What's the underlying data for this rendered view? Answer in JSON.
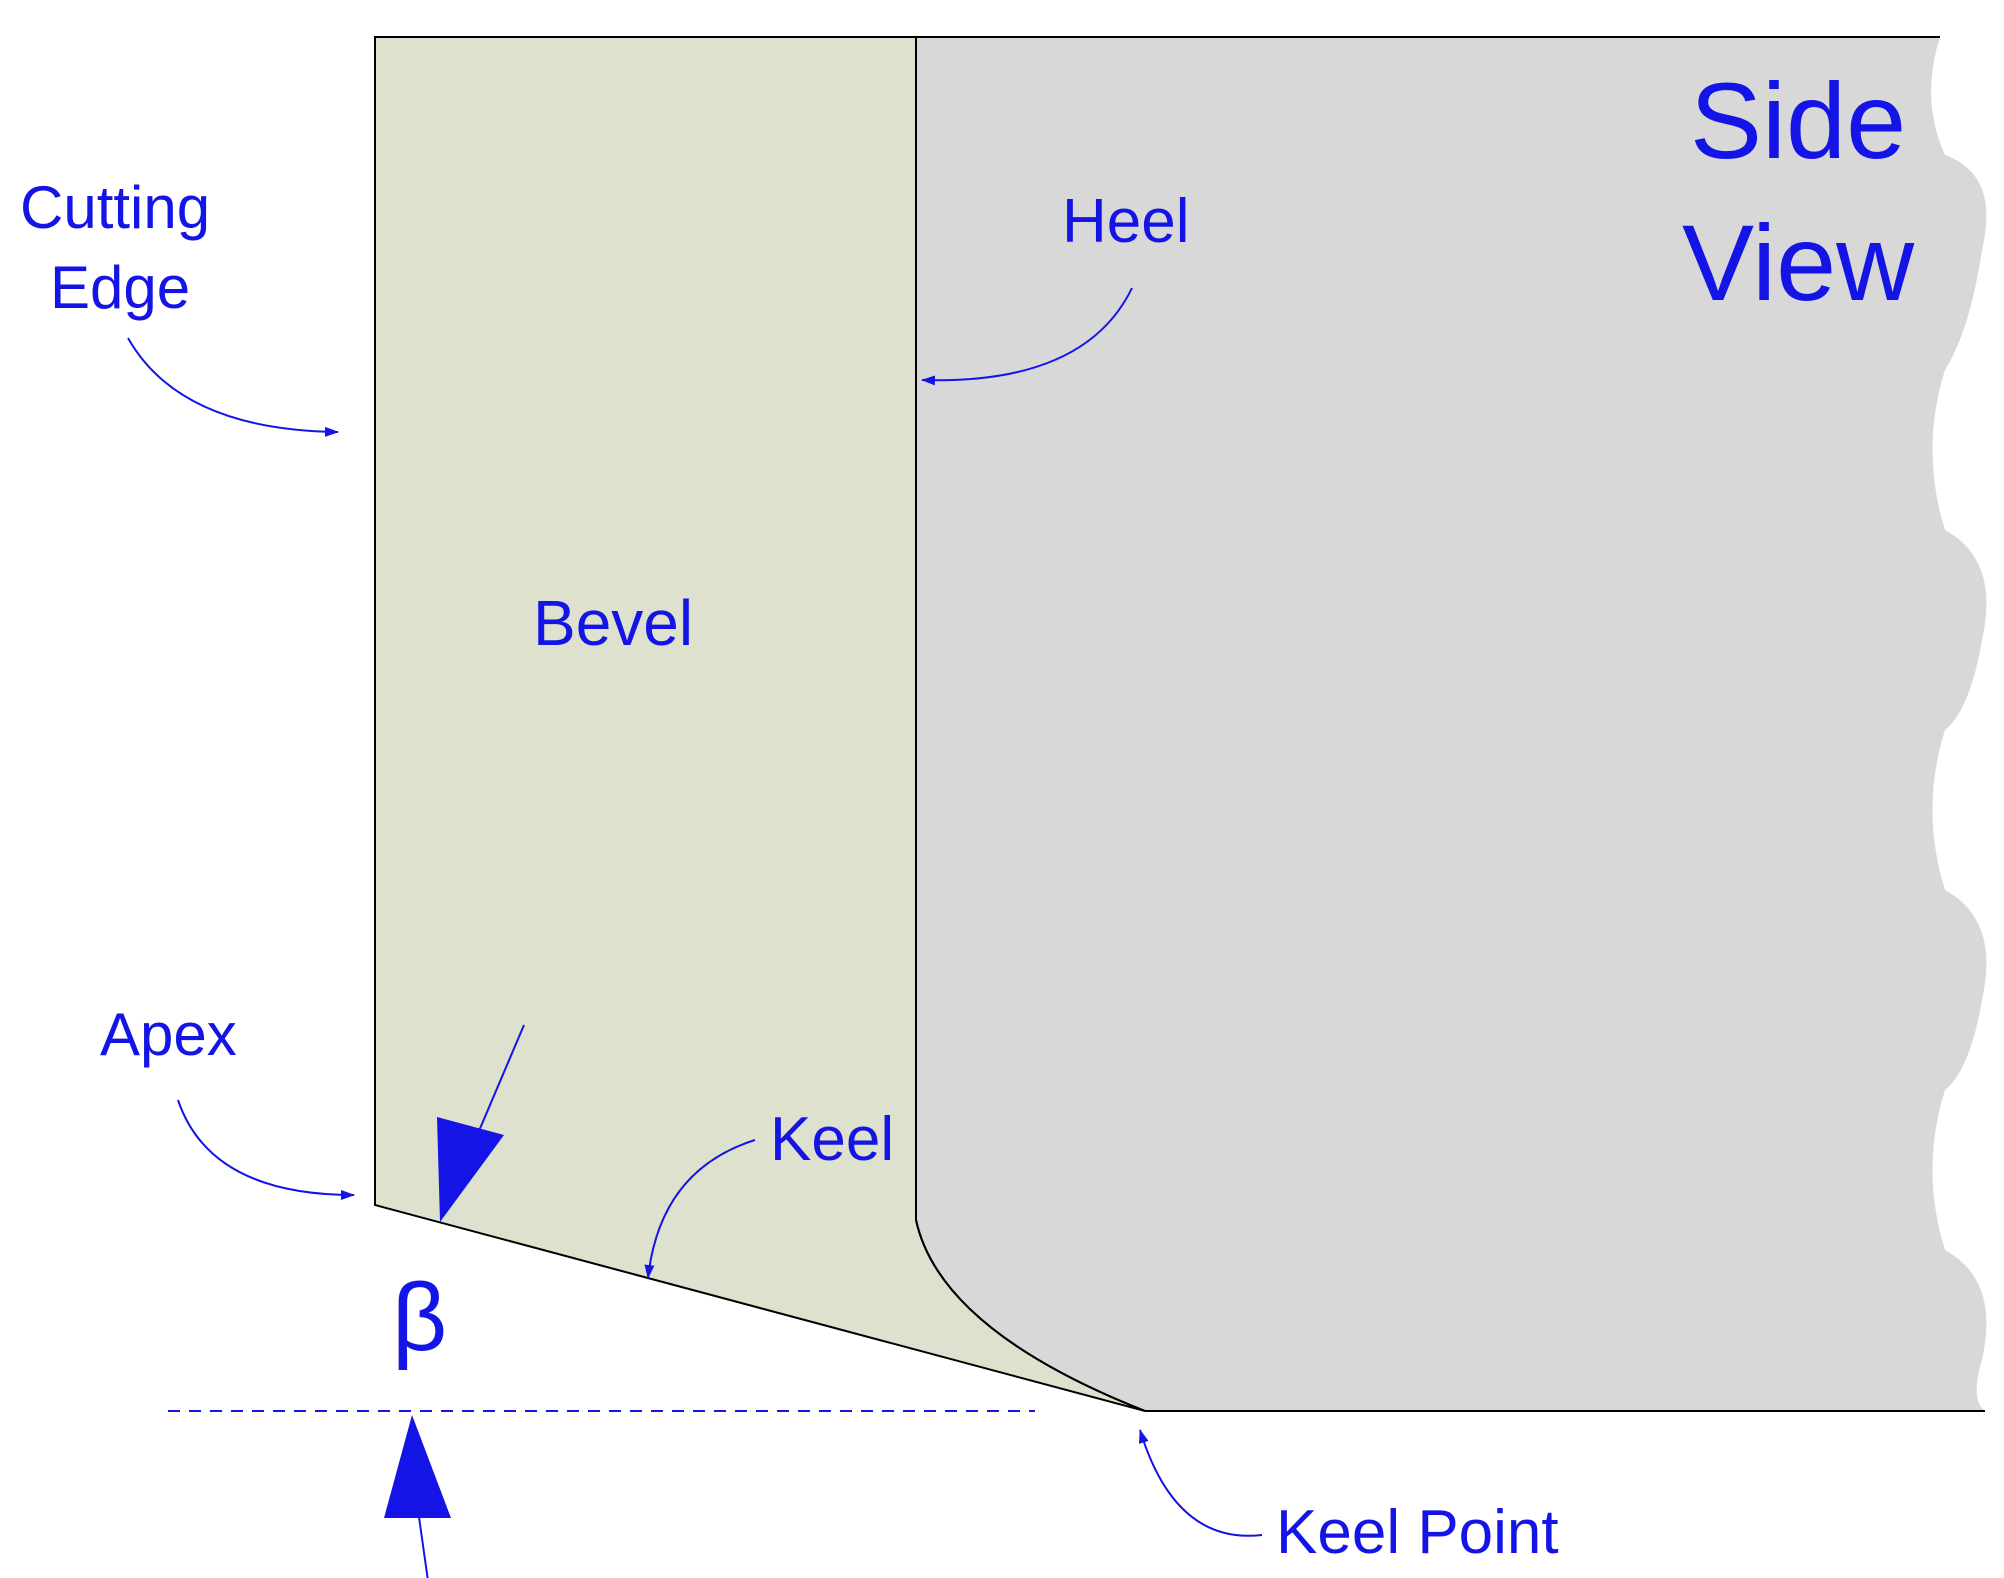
{
  "diagram": {
    "title_line1": "Side",
    "title_line2": "View",
    "labels": {
      "cutting_edge_line1": "Cutting",
      "cutting_edge_line2": "Edge",
      "heel": "Heel",
      "bevel": "Bevel",
      "apex": "Apex",
      "keel": "Keel",
      "keel_point": "Keel Point",
      "angle_symbol": "β"
    },
    "colors": {
      "bevel_fill": "#dde1cd",
      "body_fill": "#d8d8d8",
      "outline": "#000000",
      "annotation_blue": "#1414e6"
    }
  }
}
